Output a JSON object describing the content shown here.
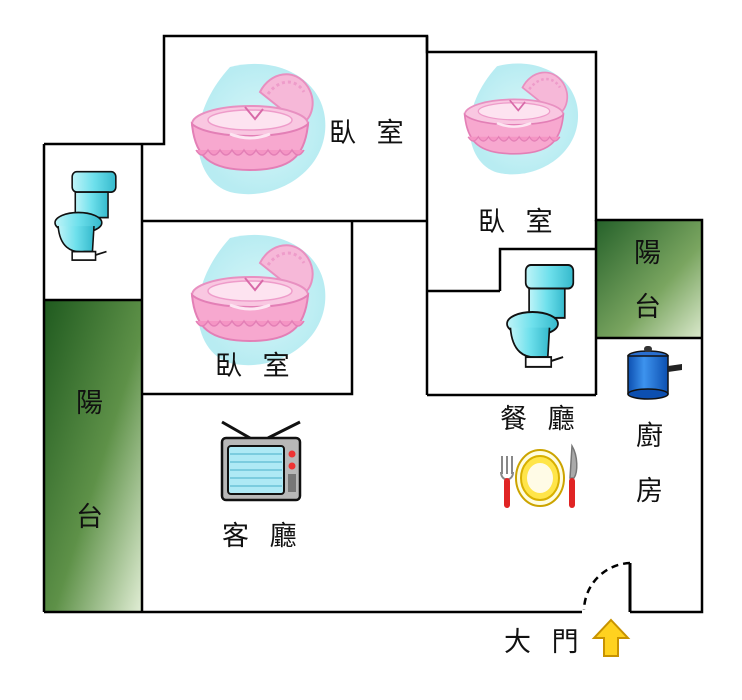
{
  "rooms": {
    "bedroom_top": {
      "label": "臥 室"
    },
    "bedroom_right": {
      "label": "臥 室"
    },
    "bedroom_mid": {
      "label": "臥 室"
    },
    "living_room": {
      "label": "客 廳"
    },
    "dining_room": {
      "label": "餐 廳"
    },
    "kitchen": {
      "label_line1": "廚",
      "label_line2": "房"
    },
    "balcony_left": {
      "label_line1": "陽",
      "label_line2": "台"
    },
    "balcony_right": {
      "label_line1": "陽",
      "label_line2": "台"
    },
    "entrance": {
      "label": "大 門"
    }
  },
  "colors": {
    "wall": "#000000",
    "balcony_dark": "#2e6b2a",
    "balcony_light": "#d6e6c4",
    "cradle_pink": "#f5a9cf",
    "cradle_shadow": "#c9eef2",
    "toilet_blue": "#7fe3ee",
    "pot_blue": "#1a6fd1",
    "arrow_yellow": "#ffd21f"
  },
  "icons": [
    "cradle-icon",
    "toilet-icon",
    "tv-icon",
    "plate-cutlery-icon",
    "pot-icon",
    "up-arrow-icon",
    "door-swing-icon"
  ]
}
